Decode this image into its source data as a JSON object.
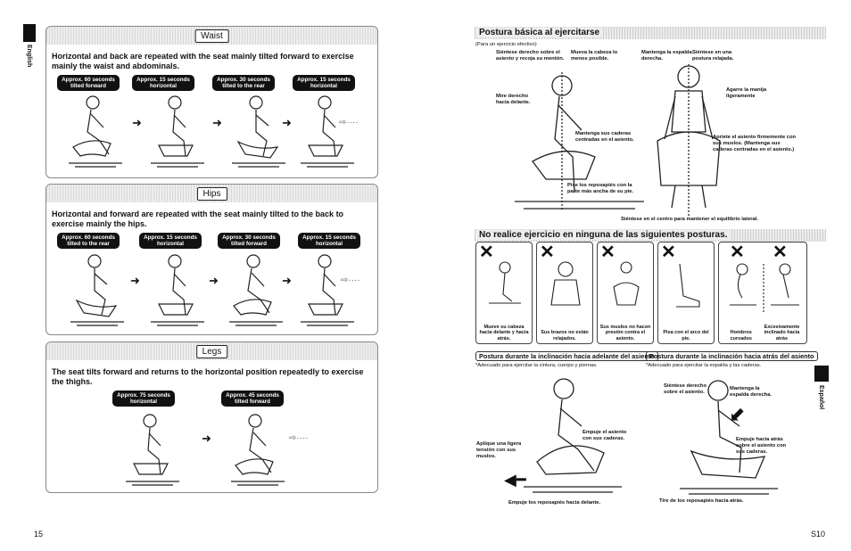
{
  "left_page": {
    "language": "English",
    "page_number": "15",
    "sections": [
      {
        "title": "Waist",
        "description": "Horizontal and back are repeated with the seat mainly tilted forward to exercise mainly the waist and abdominals.",
        "steps": [
          "Approx. 60 seconds tilted forward",
          "Approx. 15 seconds horizontal",
          "Approx. 30 seconds tilted to the rear",
          "Approx. 15 seconds horizontal"
        ]
      },
      {
        "title": "Hips",
        "description": "Horizontal and forward are repeated with the seat mainly tilted to the back to exercise mainly the hips.",
        "steps": [
          "Approx. 60 seconds tilted to the rear",
          "Approx. 15 seconds horizontal",
          "Approx. 30 seconds tilted forward",
          "Approx. 15 seconds horizontal"
        ]
      },
      {
        "title": "Legs",
        "description": "The seat tilts forward and returns to the horizontal position repeatedly to exercise the thighs.",
        "steps": [
          "Approx. 75 seconds horizontal",
          "Approx. 45 seconds tilted forward"
        ]
      }
    ],
    "more_mark": "····"
  },
  "right_page": {
    "language": "Español",
    "page_number": "S10",
    "basic_title": "Postura básica al ejercitarse",
    "basic_subtitle": "(Para un ejercicio efectivo)",
    "basic_labels": {
      "sit_straight": "Siéntese derecho sobre el asiento y recoja su mentón.",
      "head_down": "Mueva la cabeza lo menos posible.",
      "look_ahead": "Mire derecho hacia delante.",
      "hips_centered": "Mantenga sus caderas centradas en el asiento.",
      "footrest": "Pise los reposapiés con la parte más ancha de su pie.",
      "back_straight": "Mantenga la espalda derecha.",
      "relaxed": "Siéntese en una postura relajada.",
      "grip": "Agarre la manija ligeramente",
      "thighs": "Apriete el asiento firmemente con sus muslos. (Mantenga sus caderas centradas en el asiento.)",
      "balance": "Siéntese en el centro para mantener el equilibrio lateral."
    },
    "bad_title": "No realice ejercicio en ninguna de las siguientes posturas.",
    "bad_postures": [
      "Mueve su cabeza hacia delante y hacia atrás.",
      "Sus brazos no están relajados.",
      "Sus muslos no hacen presión contra el asiento.",
      "Pisa con el arco del pie.",
      "Hombros curvados",
      "Excesivamente inclinado hacia atrás"
    ],
    "forward_title": "Postura durante la inclinación hacia adelante del asiento",
    "forward_note": "*Adecuado para ejercitar la cintura, cuerpo y piernas.",
    "forward_labels": {
      "tension": "Aplique una ligera tensión con sus muslos.",
      "push_hips": "Empuje el asiento con sus caderas.",
      "push_foot": "Empuje los reposapiés hacia delante."
    },
    "back_title": "Postura durante la inclinación hacia atrás del asiento",
    "back_note": "*Adecuado para ejercitar la espalda y las caderas.",
    "back_labels": {
      "sit_straight": "Siéntese derecho sobre el asiento.",
      "back_straight": "Mantenga la espalda derecha.",
      "push_back": "Empuje hacia atrás sobre el asiento con sus caderas.",
      "pull_foot": "Tire de los reposapiés hacia atrás."
    }
  }
}
